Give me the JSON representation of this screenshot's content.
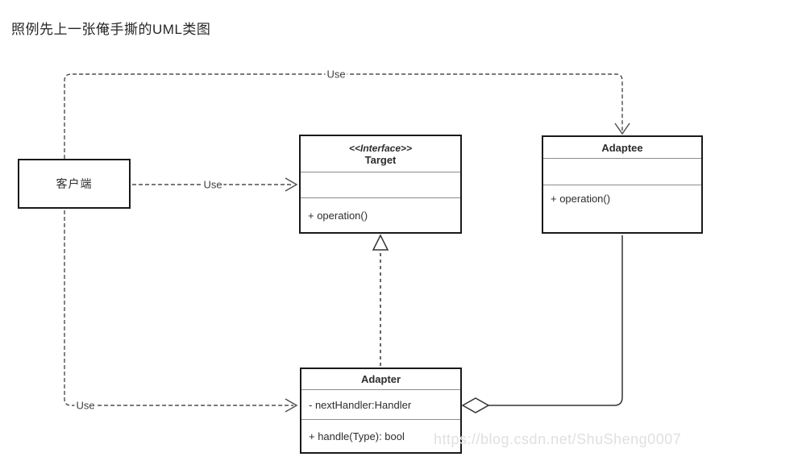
{
  "page": {
    "title": "照例先上一张俺手撕的UML类图",
    "watermark": "https://blog.csdn.net/ShuSheng0007"
  },
  "diagram": {
    "client": {
      "name": "客户端"
    },
    "target": {
      "stereotype": "<<Interface>>",
      "name": "Target",
      "attributes": "",
      "method": "+ operation()"
    },
    "adaptee": {
      "name": "Adaptee",
      "attributes": "",
      "method": "+ operation()"
    },
    "adapter": {
      "name": "Adapter",
      "attribute": "- nextHandler:Handler",
      "method": "+ handle(Type): bool"
    },
    "labels": {
      "use_top": "Use",
      "use_middle": "Use",
      "use_bottom": "Use"
    },
    "colors": {
      "box_border": "#1a1a1a",
      "section_divider": "#8c8c8c",
      "dashed_line": "#4d4d4d",
      "solid_line": "#333333",
      "text": "#2d2d2d",
      "watermark": "#e0e0e0"
    }
  }
}
